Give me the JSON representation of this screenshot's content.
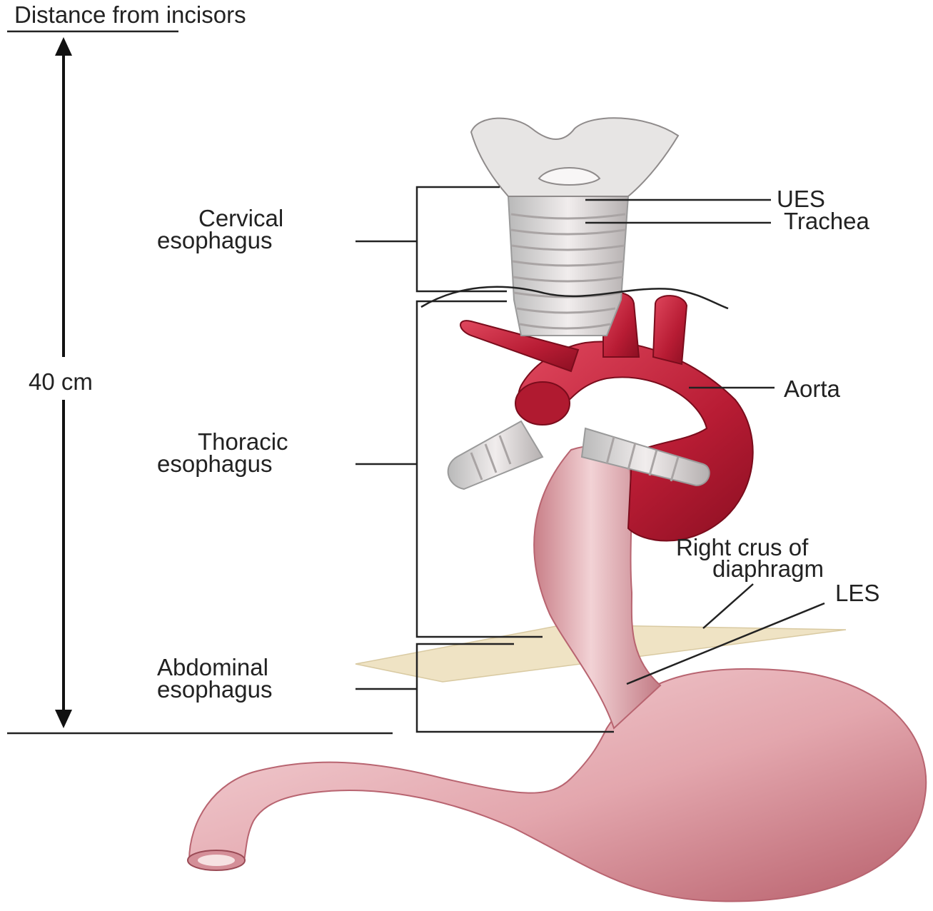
{
  "title": "Distance from incisors",
  "measure": "40 cm",
  "segments": {
    "cervical": [
      "Cervical",
      "esophagus"
    ],
    "thoracic": [
      "Thoracic",
      "esophagus"
    ],
    "abdominal": [
      "Abdominal",
      "esophagus"
    ]
  },
  "labels": {
    "ues": "UES",
    "trachea": "Trachea",
    "aorta": "Aorta",
    "crus": [
      "Right crus of",
      "diaphragm"
    ],
    "les": "LES"
  },
  "colors": {
    "aorta": "#c0203a",
    "esophagus": "#e8b4b8",
    "trachea": "#dcdcdc",
    "diaphragm": "#efe3c4"
  }
}
